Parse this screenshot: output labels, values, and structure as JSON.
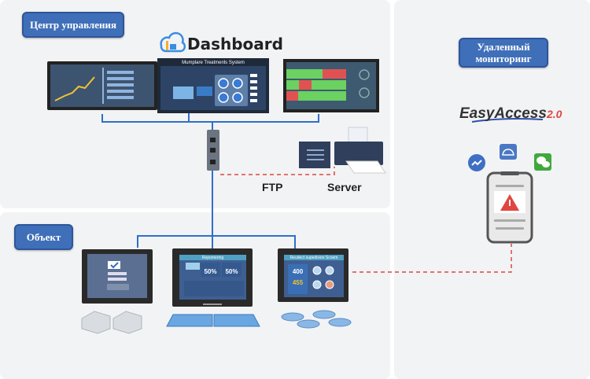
{
  "sections": {
    "control_center": "Центр управления",
    "site": "Объект",
    "remote": "Удаленный мониторинг"
  },
  "dashboard": {
    "title": "Dashboard",
    "icon": "cloud-dashboard-icon"
  },
  "screens": {
    "scada_title": "Mumplare Treatmenls System",
    "hmi2_title": "Repomering",
    "hmi2_values": [
      "50%",
      "50%"
    ],
    "hmi3_title": "Reudect supedision Scoem",
    "hmi3_values": [
      "400",
      "455"
    ]
  },
  "labels": {
    "ftp": "FTP",
    "server": "Server"
  },
  "remote": {
    "brand": "EasyAccess",
    "brand_version": "2.0",
    "icons": [
      "messenger-icon",
      "cloud-car-icon",
      "wechat-icon",
      "warning-icon"
    ]
  },
  "colors": {
    "accent": "#3f6fb8",
    "line": "#2f6fc9",
    "dashed": "#e0463f",
    "ok": "#6bd160",
    "alarm": "#e05252"
  }
}
